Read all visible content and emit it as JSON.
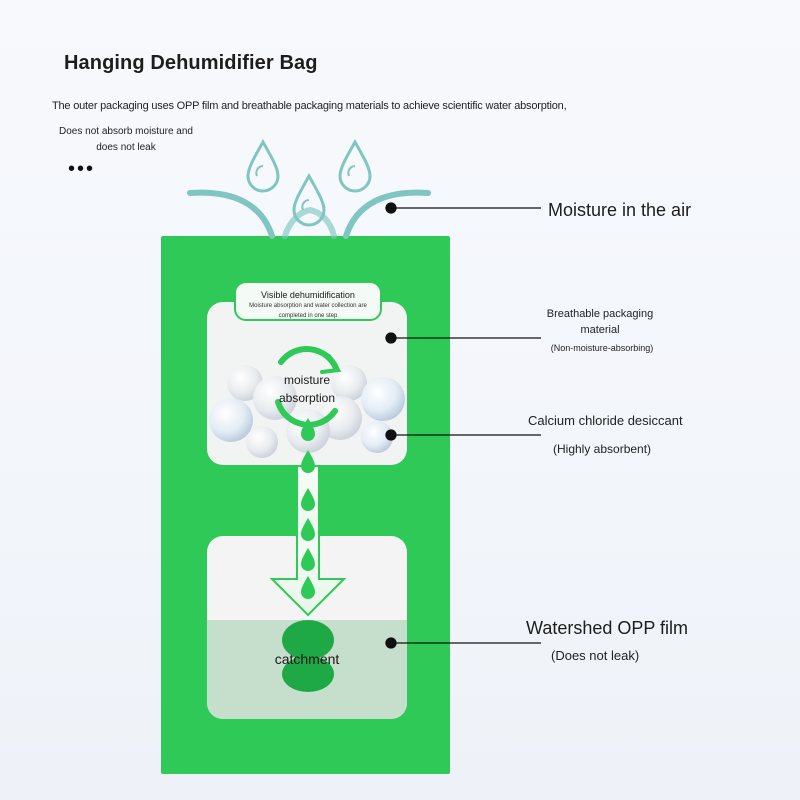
{
  "header": {
    "title": "Hanging Dehumidifier Bag",
    "subtitle": "The outer packaging uses OPP film and breathable packaging materials to achieve scientific water absorption,",
    "note_line1": "Does not absorb moisture and",
    "note_line2": "does not leak",
    "more": "•••"
  },
  "diagram": {
    "top_label": {
      "title": "Visible dehumidification",
      "sub": "Moisture absorption and water collection are completed in one step"
    },
    "absorption_line1": "moisture",
    "absorption_line2": "absorption",
    "catchment": "catchment"
  },
  "callouts": {
    "air": "Moisture in the air",
    "breathable_line1": "Breathable packaging",
    "breathable_line2": "material",
    "breathable_sub": "(Non-moisture-absorbing)",
    "desiccant": "Calcium chloride desiccant",
    "desiccant_sub": "(Highly absorbent)",
    "film": "Watershed OPP film",
    "film_sub": "(Does not leak)"
  },
  "colors": {
    "brand_green": "#2fc957",
    "dark_green": "#1fa846",
    "water_blue": "#7fc6c2",
    "card_white": "#f2f3f3"
  }
}
